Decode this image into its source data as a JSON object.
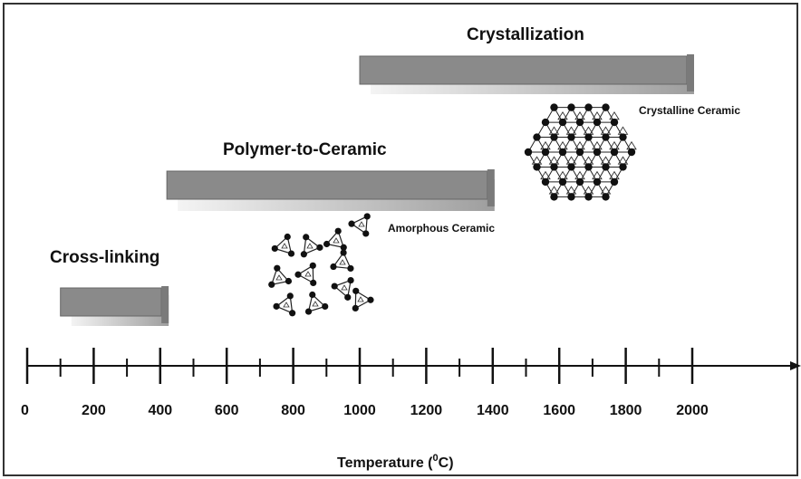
{
  "diagram": {
    "x_axis": {
      "title_main": "Temperature (",
      "title_sup": "0",
      "title_tail": "C)",
      "min": 0,
      "max": 2000,
      "major_ticks": [
        0,
        200,
        400,
        600,
        800,
        1000,
        1200,
        1400,
        1600,
        1800,
        2000
      ],
      "minor_ticks": [
        100,
        300,
        500,
        700,
        900,
        1100,
        1300,
        1500,
        1700,
        1900
      ],
      "tick_labels": [
        "0",
        "200",
        "400",
        "600",
        "800",
        "1000",
        "1200",
        "1400",
        "1600",
        "1800",
        "2000"
      ]
    },
    "stages": [
      {
        "label": "Cross-linking",
        "start": 100,
        "end": 420
      },
      {
        "label": "Polymer-to-Ceramic",
        "start": 420,
        "end": 1400
      },
      {
        "label": "Crystallization",
        "start": 1000,
        "end": 2000
      }
    ],
    "structures": [
      {
        "label": "Amorphous Ceramic",
        "icon": "amorphous-network-icon"
      },
      {
        "label": "Crystalline Ceramic",
        "icon": "crystal-lattice-icon"
      }
    ],
    "colors": {
      "bar": "#8a8a8a",
      "bar_edge": "#555555",
      "shadow_light": "#f2f2f2",
      "shadow_dark": "#a9a9a9",
      "ink": "#111111"
    }
  }
}
